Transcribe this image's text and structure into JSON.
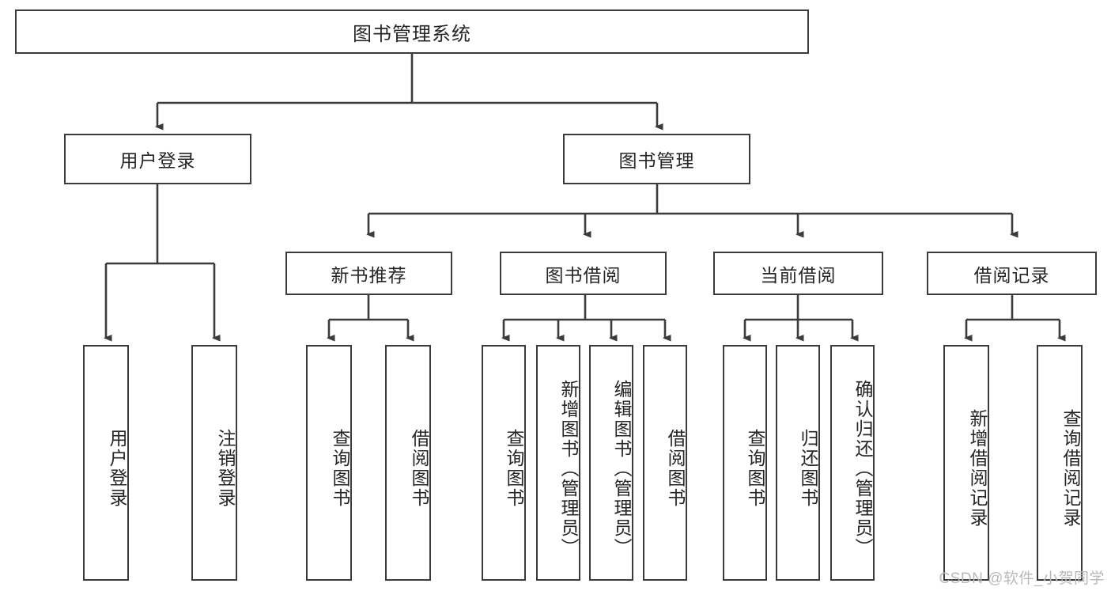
{
  "diagram": {
    "title": "图书管理系统",
    "type": "tree",
    "theme": {
      "stroke": "#3b3b3b",
      "fill": "#ffffff",
      "text": "#262626",
      "watermark_color": "#b9b9b9"
    },
    "root": {
      "label": "图书管理系统"
    },
    "level1": [
      {
        "label": "用户登录"
      },
      {
        "label": "图书管理"
      }
    ],
    "level2": [
      {
        "label": "新书推荐"
      },
      {
        "label": "图书借阅"
      },
      {
        "label": "当前借阅"
      },
      {
        "label": "借阅记录"
      }
    ],
    "leaves": {
      "user_login": [
        {
          "label": "用户登录"
        },
        {
          "label": "注销登录"
        }
      ],
      "new_book": [
        {
          "label": "查询图书"
        },
        {
          "label": "借阅图书"
        }
      ],
      "book_borrow": [
        {
          "label": "查询图书"
        },
        {
          "label": "新增图书（管理员）"
        },
        {
          "label": "编辑图书（管理员）"
        },
        {
          "label": "借阅图书"
        }
      ],
      "current_borrow": [
        {
          "label": "查询图书"
        },
        {
          "label": "归还图书"
        },
        {
          "label": "确认归还（管理员）"
        }
      ],
      "borrow_record": [
        {
          "label": "新增借阅记录"
        },
        {
          "label": "查询借阅记录"
        }
      ]
    }
  },
  "watermark": {
    "text": "CSDN @软件_小贺同学"
  }
}
